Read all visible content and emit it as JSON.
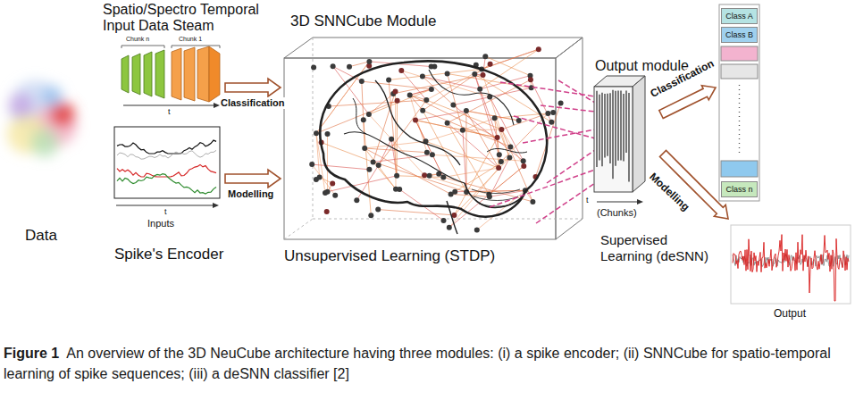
{
  "diagram": {
    "caption": "An overview of the 3D NeuCube architecture having three modules: (i) a spike encoder; (ii) SNNCube for spatio-temporal learning of spike sequences; (iii) a deSNN classifier [2]",
    "nodes": [
      {
        "text": [
          "Class A"
        ]
      },
      {
        "text": [
          "Class B"
        ]
      },
      {
        "text": [
          "Class n"
        ]
      }
    ],
    "labels": [
      "Spatio/Spectro Temporal Input Data Steam",
      "3D SNNCube Module",
      "Output module",
      "Chunk n",
      "Chunk 1",
      "t",
      "Classification",
      "t",
      "Inputs",
      "Modelling",
      "Data",
      "Spike's Encoder",
      "Unsupervised Learning (STDP)",
      "t",
      "(Chunks)",
      "Supervised Learning (deSNN)",
      "Classification",
      "Modelling",
      "Output",
      "Figure 1"
    ]
  }
}
